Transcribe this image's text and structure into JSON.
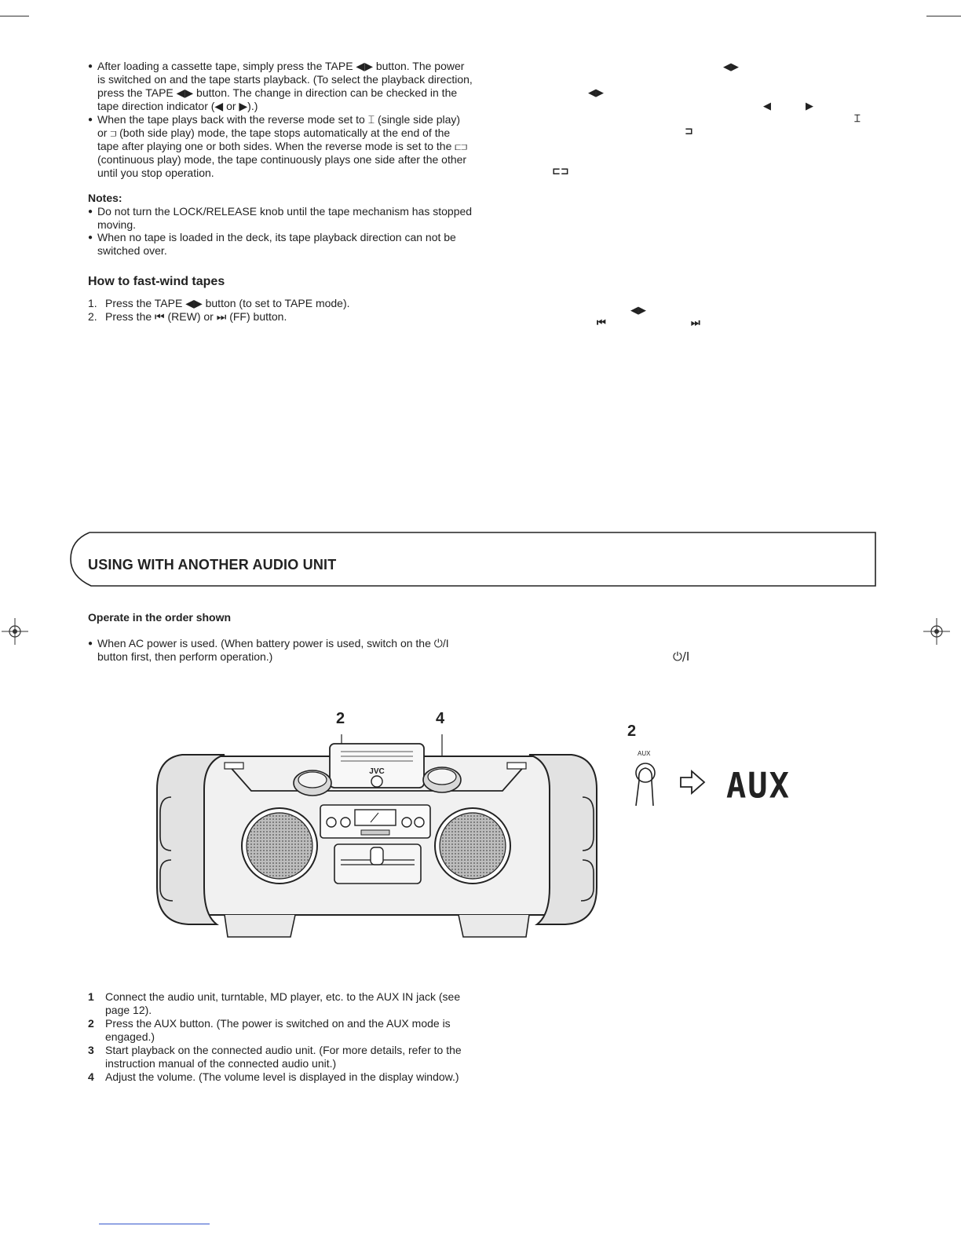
{
  "tape_section": {
    "bullets": [
      "After loading a cassette tape, simply press the TAPE ◀▶ button. The power is switched on and the tape starts playback. (To select the playback direction, press the TAPE ◀▶ button. The change in direction can be checked in the tape direction indicator (◀ or ▶).)",
      "When the tape plays back with the reverse mode set to ⌶ (single side play) or ⊐ (both side play) mode, the tape stops automatically at the end of the tape after playing one or both sides. When the reverse mode is set to the ⊏⊐ (continuous play) mode, the tape continuously plays one side after the other until you stop operation."
    ]
  },
  "notes": {
    "heading": "Notes:",
    "items": [
      "Do not turn the LOCK/RELEASE knob until the tape mechanism has stopped moving.",
      "When no tape is loaded in the deck, its tape playback direction can not be switched over."
    ]
  },
  "fast_wind": {
    "heading": "How to fast-wind tapes",
    "steps": [
      {
        "n": "1.",
        "text": "Press the TAPE ◀▶ button (to set to TAPE mode)."
      },
      {
        "n": "2.",
        "text": "Press the ⏮ (REW) or ⏭ (FF) button."
      }
    ]
  },
  "right_column_symbols": {
    "tape_btn_1": "◀▶",
    "tape_btn_2": "◀▶",
    "dir_left": "◀",
    "dir_right": "▶",
    "single_side": "⌶",
    "both_side": "⊐",
    "continuous": "⊏⊐",
    "tape_btn_3": "◀▶",
    "rew": "⏮",
    "ff": "⏭",
    "power": "⏻/I"
  },
  "audio_unit": {
    "title": "USING WITH ANOTHER AUDIO UNIT",
    "subheading": "Operate in the order shown",
    "bullet": "When AC power is used. (When battery power is used, switch on the ⏻/I button first, then perform operation.)",
    "steps": [
      {
        "n": "1",
        "text": "Connect the audio unit, turntable, MD player, etc. to the AUX IN jack (see page 12)."
      },
      {
        "n": "2",
        "text": "Press the AUX button. (The power is switched on and the AUX mode is engaged.)"
      },
      {
        "n": "3",
        "text": "Start playback on the connected audio unit. (For more details, refer to the instruction manual of the connected audio unit.)"
      },
      {
        "n": "4",
        "text": "Adjust the volume. (The volume level is displayed in the display window.)"
      }
    ]
  },
  "diagram": {
    "callout_left": "2",
    "callout_right": "4",
    "brand": "JVC",
    "aux_step_number": "2",
    "aux_button_label": "AUX",
    "display_text": "AUX"
  }
}
